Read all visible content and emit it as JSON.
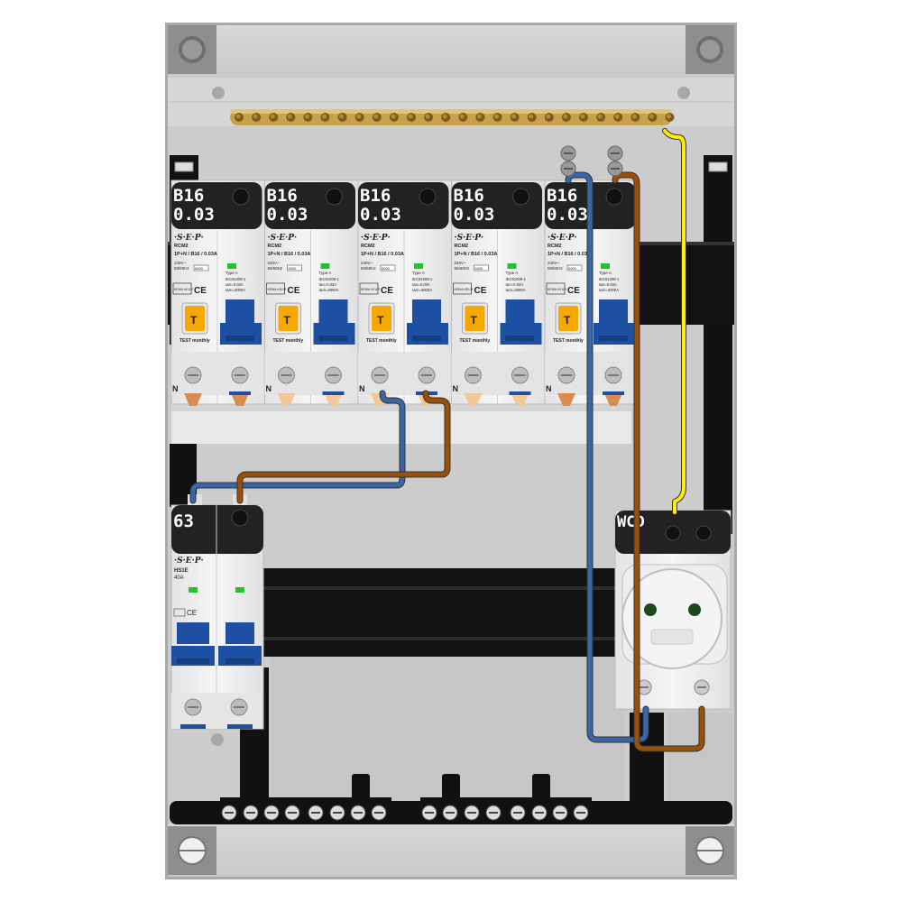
{
  "rcbo_modules": [
    {
      "rating": "B16",
      "sensitivity": "0.03"
    },
    {
      "rating": "B16",
      "sensitivity": "0.03"
    },
    {
      "rating": "B16",
      "sensitivity": "0.03"
    },
    {
      "rating": "B16",
      "sensitivity": "0.03"
    },
    {
      "rating": "B16",
      "sensitivity": "0.03"
    }
  ],
  "rcbo_text": {
    "brand": "·S·E·P·",
    "model": "RCM2",
    "spec": "1P+N / B16 / 0.03A",
    "voltage": "240V~",
    "freq": "50/60Hz",
    "badge": "6000",
    "type": "Type A",
    "std": "IEC61009-1",
    "idn": "IΔn=0.03A",
    "icn": "IΔm=3000A",
    "cert": "KEMA KEUR",
    "ce": "CE",
    "test": "TEST monthly",
    "t_button": "T",
    "neutral": "N"
  },
  "main_switch": {
    "rating": "63",
    "brand": "·S·E·P·",
    "model": "HS1E",
    "current": "40A",
    "ce": "CE"
  },
  "socket": {
    "label": "WCD"
  },
  "colors": {
    "blue_wire": "#3a66a8",
    "brown_wire": "#9c4f07",
    "yellow_wire": "#ffee00",
    "brass": "#c8a24a",
    "breaker_blue": "#1d4fa3",
    "test_orange": "#f5a800",
    "indicator_green": "#22c22e",
    "panel": "#c8c8c8",
    "black_rail": "#111111"
  },
  "icons": {
    "screw": "screw-icon",
    "test_button": "test-button-icon",
    "toggle": "breaker-toggle-icon"
  }
}
